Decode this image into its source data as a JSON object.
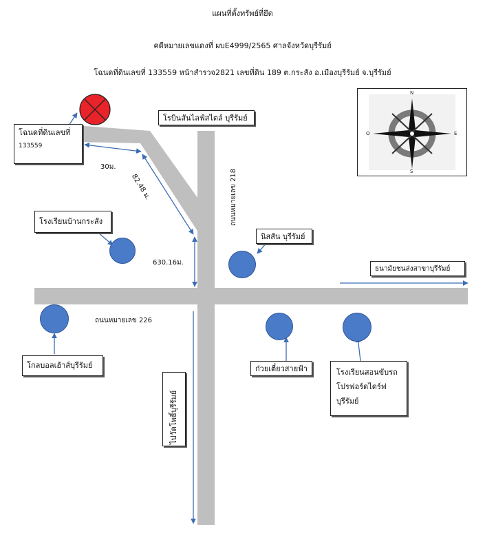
{
  "header": {
    "title": "แผนที่ตั้งทรัพย์ที่ยึด",
    "case_line": "คดีหมายเลขแดงที่ ผบE4999/2565 ศาลจังหวัดบุรีรัมย์",
    "deed_line": "โฉนดที่ดินเลขที่ 133559 หน้าสำรวจ2821 เลขที่ดิน 189 ต.กระสัง อ.เมืองบุรีรัมย์ จ.บุรีรัมย์"
  },
  "target": {
    "label_line1": "โฉนดที่ดินเลขที่",
    "label_line2": "133559",
    "marker_color": "#e8232a"
  },
  "landmarks": {
    "robinson": "โรบินสันไลฟ์สไตล์ บุรีรัมย์",
    "school_krasang": "โรงเรียนบ้านกระสัง",
    "nissan": "นิสสัน บุรีรัมย์",
    "thanachart": "ธนามัยชนส่งสาขาบุรีรัมย์",
    "global_house": "โกลบอลเฮ้าส์บุรีรัมย์",
    "noodle": "ก๋วยเตี๋ยวสายฟ้า",
    "driving_school_l1": "โรงเรียนสอนขับรถ",
    "driving_school_l2": "โปรฟอร์ดไดร์ฟ",
    "driving_school_l3": "บุรีรัมย์",
    "wat_pho": "ไปวัดโพธิ์บุรีรัมย์"
  },
  "roads": {
    "road_218": "ถนนหมายเลข 218",
    "road_226": "ถนนหมายเลข 226"
  },
  "distances": {
    "d1": "30ม.",
    "d2": "82.48 ม.",
    "d3": "630.16ม."
  },
  "compass": {
    "n": "N",
    "s": "S",
    "e": "E",
    "w": "O"
  },
  "colors": {
    "road": "#bfbfbf",
    "poi": "#4a7bc8",
    "arrow": "#3b6db3"
  }
}
